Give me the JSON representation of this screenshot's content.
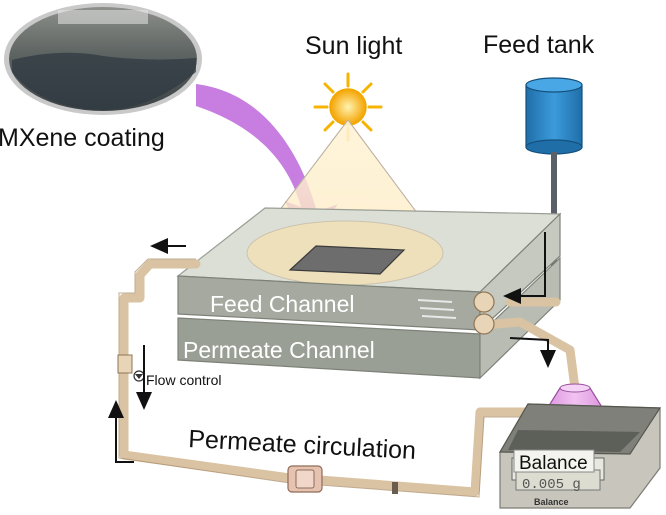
{
  "labels": {
    "mxene_coating": "MXene coating",
    "sun_light": "Sun light",
    "feed_tank": "Feed tank",
    "feed_channel": "Feed Channel",
    "permeate_channel": "Permeate Channel",
    "flow_control": "Flow control",
    "permeate_circulation": "Permeate circulation",
    "balance": "Balance",
    "balance_reading": "0.005 g",
    "balance_brand": "Balance"
  },
  "colors": {
    "membrane_arrow": "#c77ee0",
    "sun": "#f7c21b",
    "feed_tank": "#2f88c8",
    "pipe": "#d9c3a3",
    "channel_block": "#9a9f95",
    "beaker": "#e6a6e8"
  }
}
